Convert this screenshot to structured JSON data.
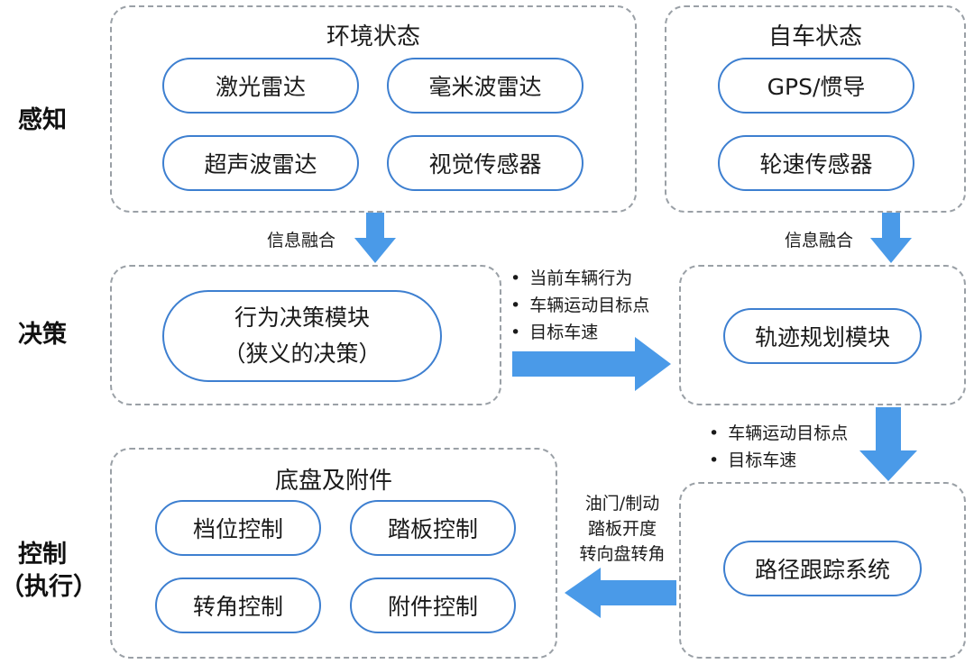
{
  "row_labels": {
    "perception": "感知",
    "decision": "决策",
    "control_line1": "控制",
    "control_line2": "（执行）"
  },
  "environment": {
    "title": "环境状态",
    "items": [
      "激光雷达",
      "毫米波雷达",
      "超声波雷达",
      "视觉传感器"
    ]
  },
  "ego": {
    "title": "自车状态",
    "items": [
      "GPS/惯导",
      "轮速传感器"
    ]
  },
  "fusion_left": "信息融合",
  "fusion_right": "信息融合",
  "behavior": {
    "line1": "行为决策模块",
    "line2": "（狭义的决策）"
  },
  "decision_outputs": [
    "当前车辆行为",
    "车辆运动目标点",
    "目标车速"
  ],
  "trajectory": "轨迹规划模块",
  "planning_outputs": [
    "车辆运动目标点",
    "目标车速"
  ],
  "tracking": "路径跟踪系统",
  "control_commands": [
    "油门/制动",
    "踏板开度",
    "转向盘转角"
  ],
  "chassis": {
    "title": "底盘及附件",
    "items": [
      "档位控制",
      "踏板控制",
      "转角控制",
      "附件控制"
    ]
  },
  "colors": {
    "accent": "#3d7fd0",
    "arrow": "#4a9ae8",
    "dashed": "#9aa0a6"
  }
}
